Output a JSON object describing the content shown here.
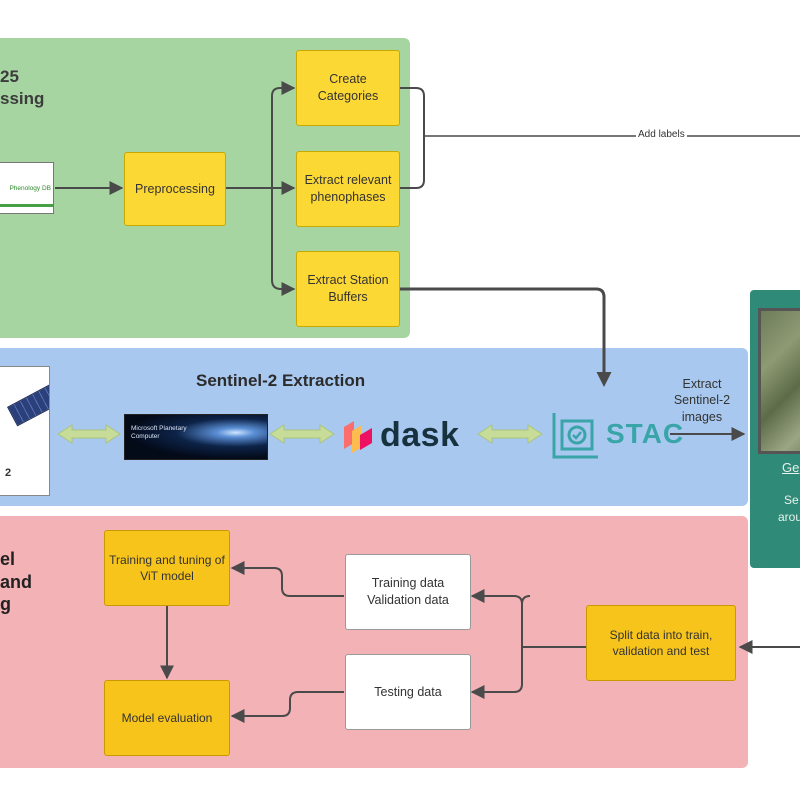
{
  "sections": {
    "phenology": {
      "title_line1": "25",
      "title_line2": "ssing"
    },
    "sentinel": {
      "title": "Sentinel-2 Extraction"
    },
    "model": {
      "title_line1": "el",
      "title_line2": "and",
      "title_line3": "g"
    }
  },
  "phenology_nodes": {
    "db_logo_text": "Phenology DB",
    "preprocessing": "Preprocessing",
    "create_categories": "Create Categories",
    "extract_phenophases": "Extract relevant phenophases",
    "extract_buffers": "Extract Station Buffers"
  },
  "edge_labels": {
    "add_labels": "Add labels",
    "extract_sentinel": "Extract Sentinel-2 images"
  },
  "sentinel_nodes": {
    "satellite_label": "2",
    "mpc_text": "Microsoft Planetary Computer",
    "dask_text": "dask",
    "stac_text": "STAC"
  },
  "geo_panel": {
    "link_text": "Ge",
    "line1": "Se",
    "line2": "arou"
  },
  "model_nodes": {
    "training_tuning": "Training and tuning of ViT model",
    "model_evaluation": "Model evaluation",
    "train_val_data": "Training data Validation data",
    "testing_data": "Testing data",
    "split_data": "Split data into train, validation and test"
  },
  "colors": {
    "phenology_bg": "#a7d5a2",
    "sentinel_bg": "#a9c8ef",
    "model_bg": "#f3b2b6",
    "geo_panel_bg": "#2f8a77",
    "node_yellow": "#fcd835",
    "node_orange": "#f7c41c",
    "connector": "#4a4a4a",
    "double_arrow": "#c8dc9a"
  }
}
